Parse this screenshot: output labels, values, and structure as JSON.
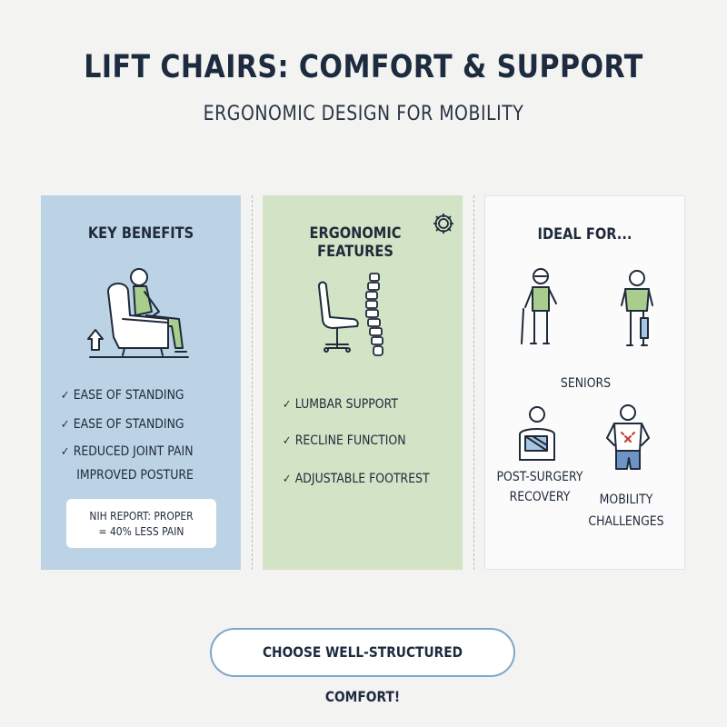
{
  "header": {
    "title": "LIFT CHAIRS: COMFORT & SUPPORT",
    "subtitle": "ERGONOMIC DESIGN FOR MOBILITY"
  },
  "colors": {
    "panel_benefits": "#bcd3e6",
    "panel_features": "#d2e3c6",
    "panel_ideal": "#fbfbfb",
    "accent_green": "#a9cd8c",
    "accent_blue": "#6e93c6",
    "cta_border": "#7fa6cc"
  },
  "benefits": {
    "heading": "KEY BENEFITS",
    "icon": "lift-chair-person-icon",
    "items": [
      "EASE OF STANDING",
      "EASE OF STANDING",
      "REDUCED JOINT PAIN"
    ],
    "continuation": "IMPROVED POSTURE",
    "note_line1": "NIH REPORT: PROPER",
    "note_line2": "= 40% LESS PAIN"
  },
  "features": {
    "heading": "ERGONOMIC FEATURES",
    "icons": [
      "gear-icon",
      "chair-spine-icon"
    ],
    "items": [
      "LUMBAR SUPPORT",
      "RECLINE FUNCTION",
      "ADJUSTABLE FOOTREST"
    ]
  },
  "ideal": {
    "heading": "IDEAL FOR...",
    "seniors_label": "SENIORS",
    "recovery_label_1": "POST-SURGERY",
    "recovery_label_2": "RECOVERY",
    "mobility_label_1": "MOBILITY",
    "mobility_label_2": "CHALLENGES",
    "icons": [
      "senior-with-cane-icon",
      "person-with-leg-brace-icon",
      "person-with-arm-sling-icon",
      "person-back-pain-icon"
    ]
  },
  "cta": {
    "label": "CHOOSE WELL-STRUCTURED COMFORT!"
  }
}
